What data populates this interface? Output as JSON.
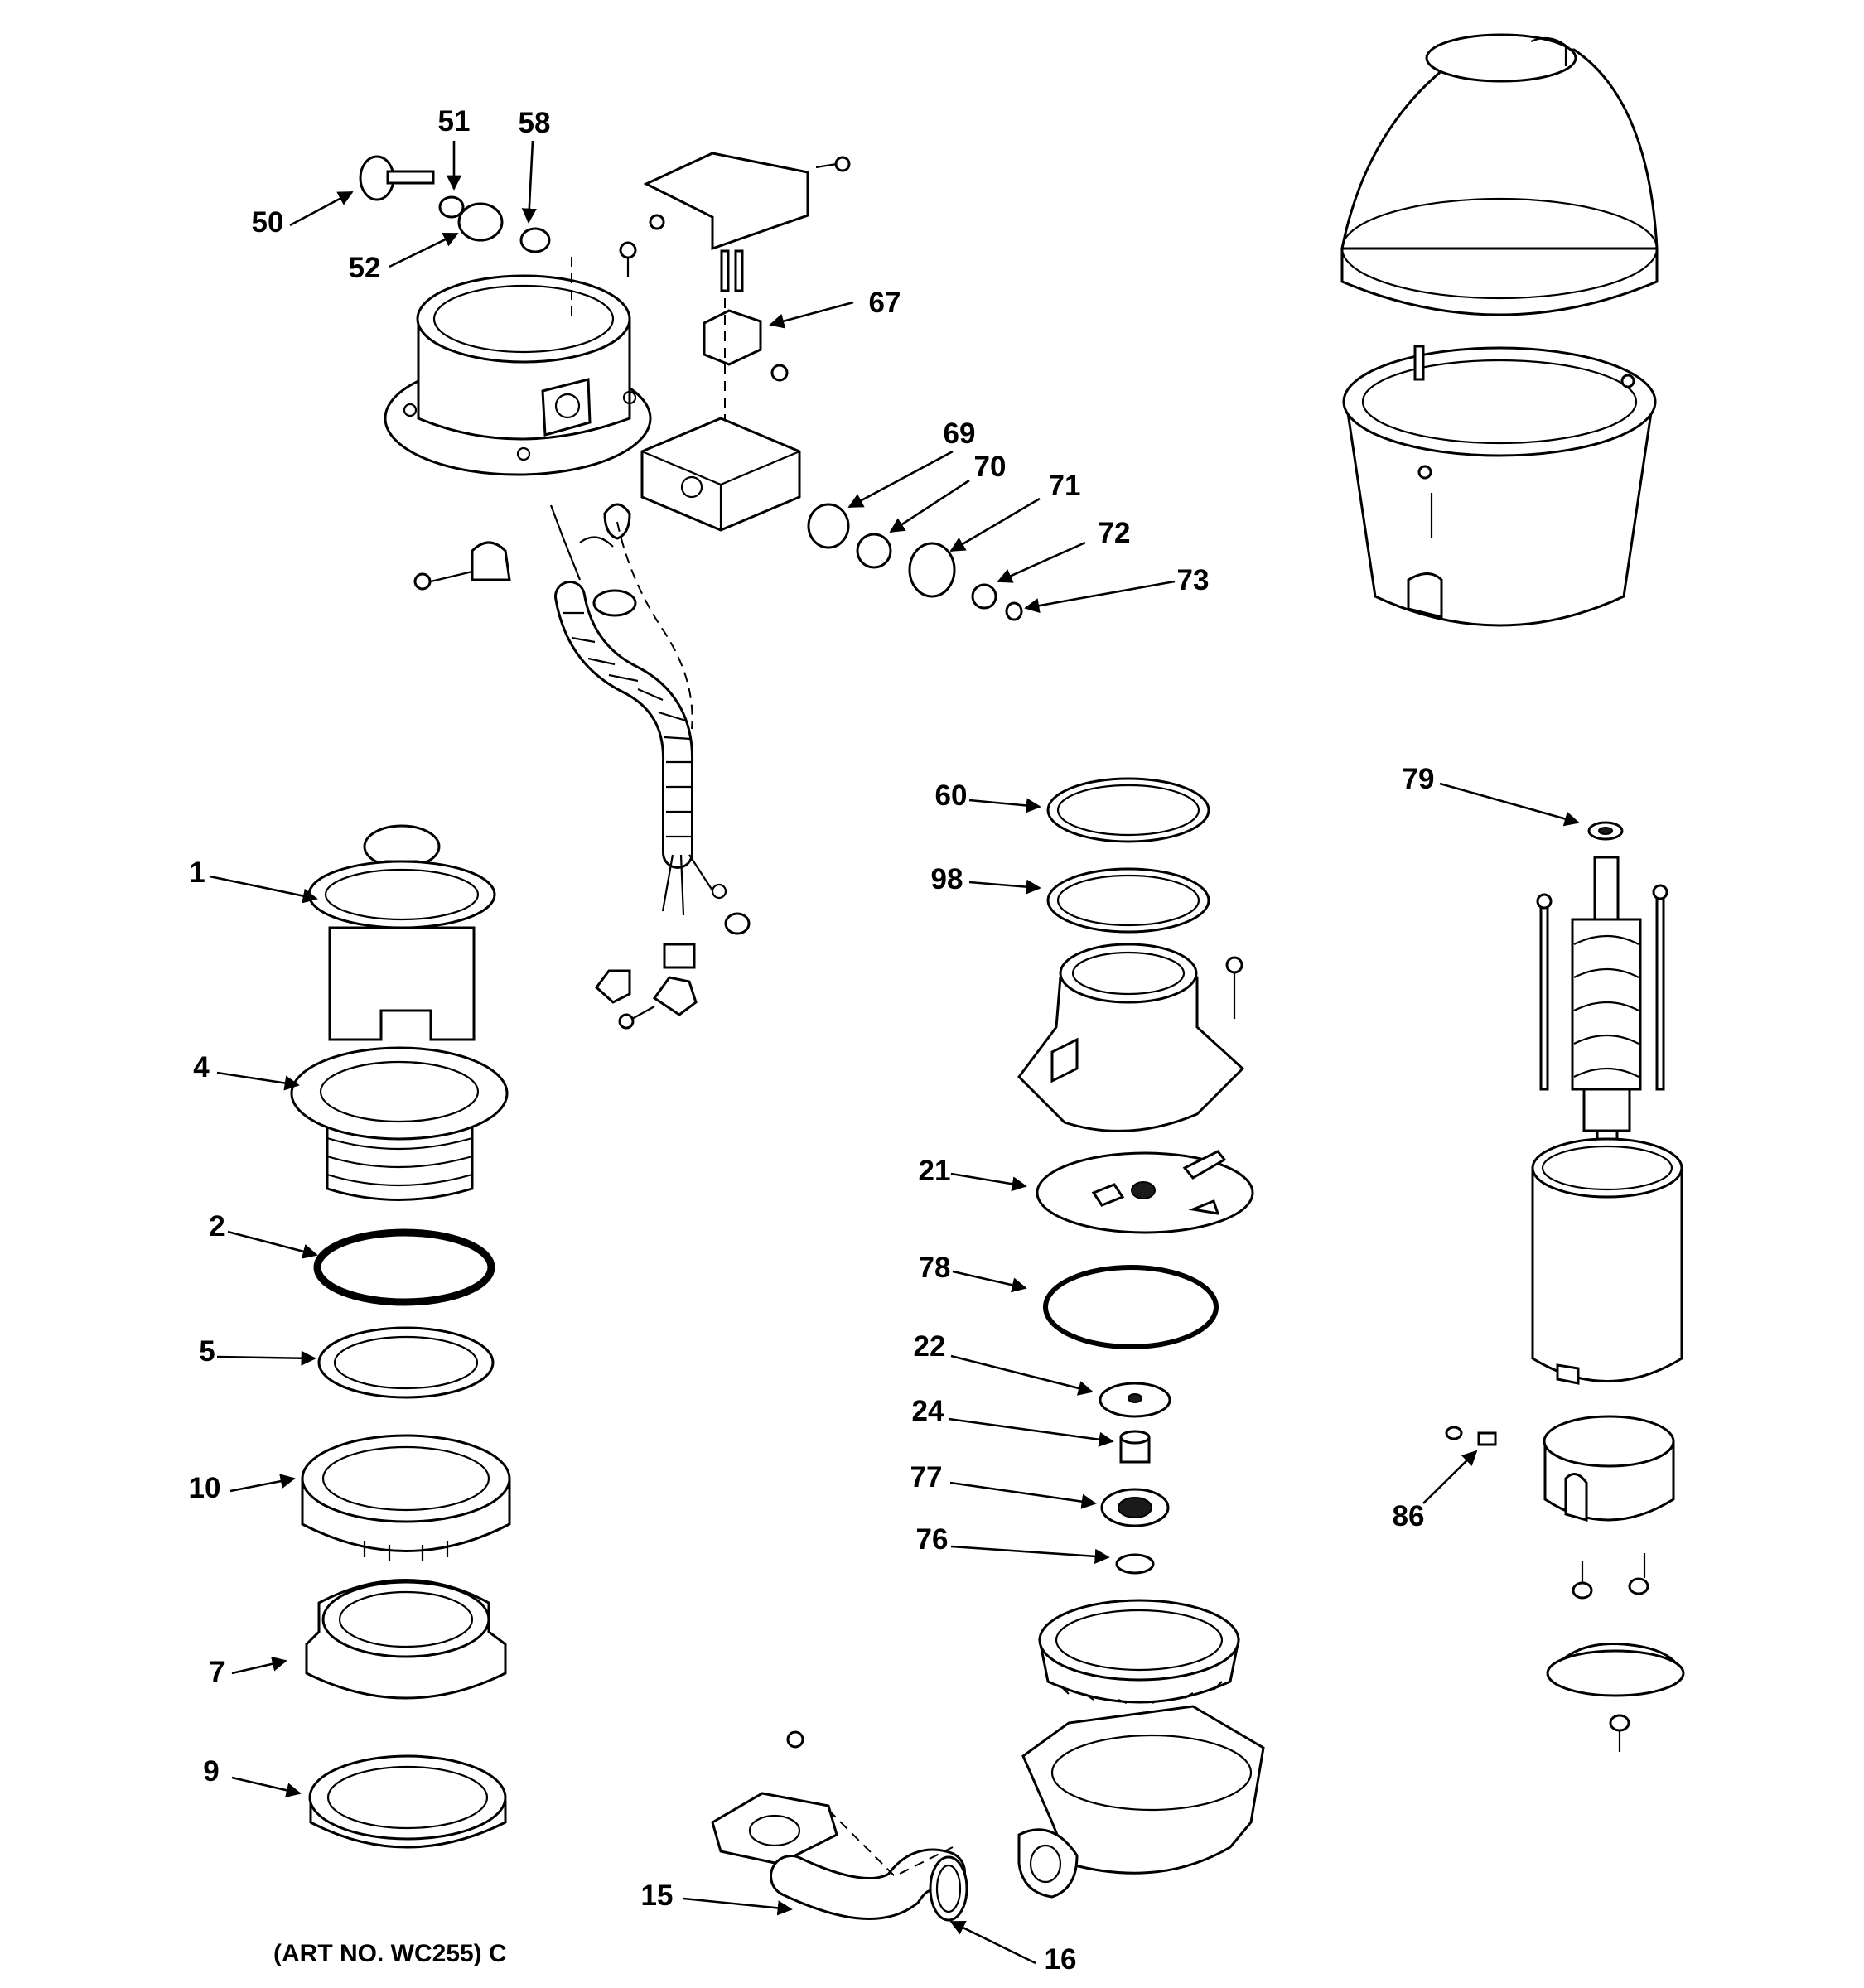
{
  "art_number": "(ART NO. WC255) C",
  "callouts": [
    {
      "id": "1",
      "label": "1"
    },
    {
      "id": "2",
      "label": "2"
    },
    {
      "id": "4",
      "label": "4"
    },
    {
      "id": "5",
      "label": "5"
    },
    {
      "id": "7",
      "label": "7"
    },
    {
      "id": "9",
      "label": "9"
    },
    {
      "id": "10",
      "label": "10"
    },
    {
      "id": "15",
      "label": "15"
    },
    {
      "id": "16",
      "label": "16"
    },
    {
      "id": "21",
      "label": "21"
    },
    {
      "id": "22",
      "label": "22"
    },
    {
      "id": "24",
      "label": "24"
    },
    {
      "id": "50",
      "label": "50"
    },
    {
      "id": "51",
      "label": "51"
    },
    {
      "id": "52",
      "label": "52"
    },
    {
      "id": "58",
      "label": "58"
    },
    {
      "id": "60",
      "label": "60"
    },
    {
      "id": "67",
      "label": "67"
    },
    {
      "id": "69",
      "label": "69"
    },
    {
      "id": "70",
      "label": "70"
    },
    {
      "id": "71",
      "label": "71"
    },
    {
      "id": "72",
      "label": "72"
    },
    {
      "id": "73",
      "label": "73"
    },
    {
      "id": "76",
      "label": "76"
    },
    {
      "id": "77",
      "label": "77"
    },
    {
      "id": "78",
      "label": "78"
    },
    {
      "id": "79",
      "label": "79"
    },
    {
      "id": "86",
      "label": "86"
    },
    {
      "id": "98",
      "label": "98"
    }
  ]
}
